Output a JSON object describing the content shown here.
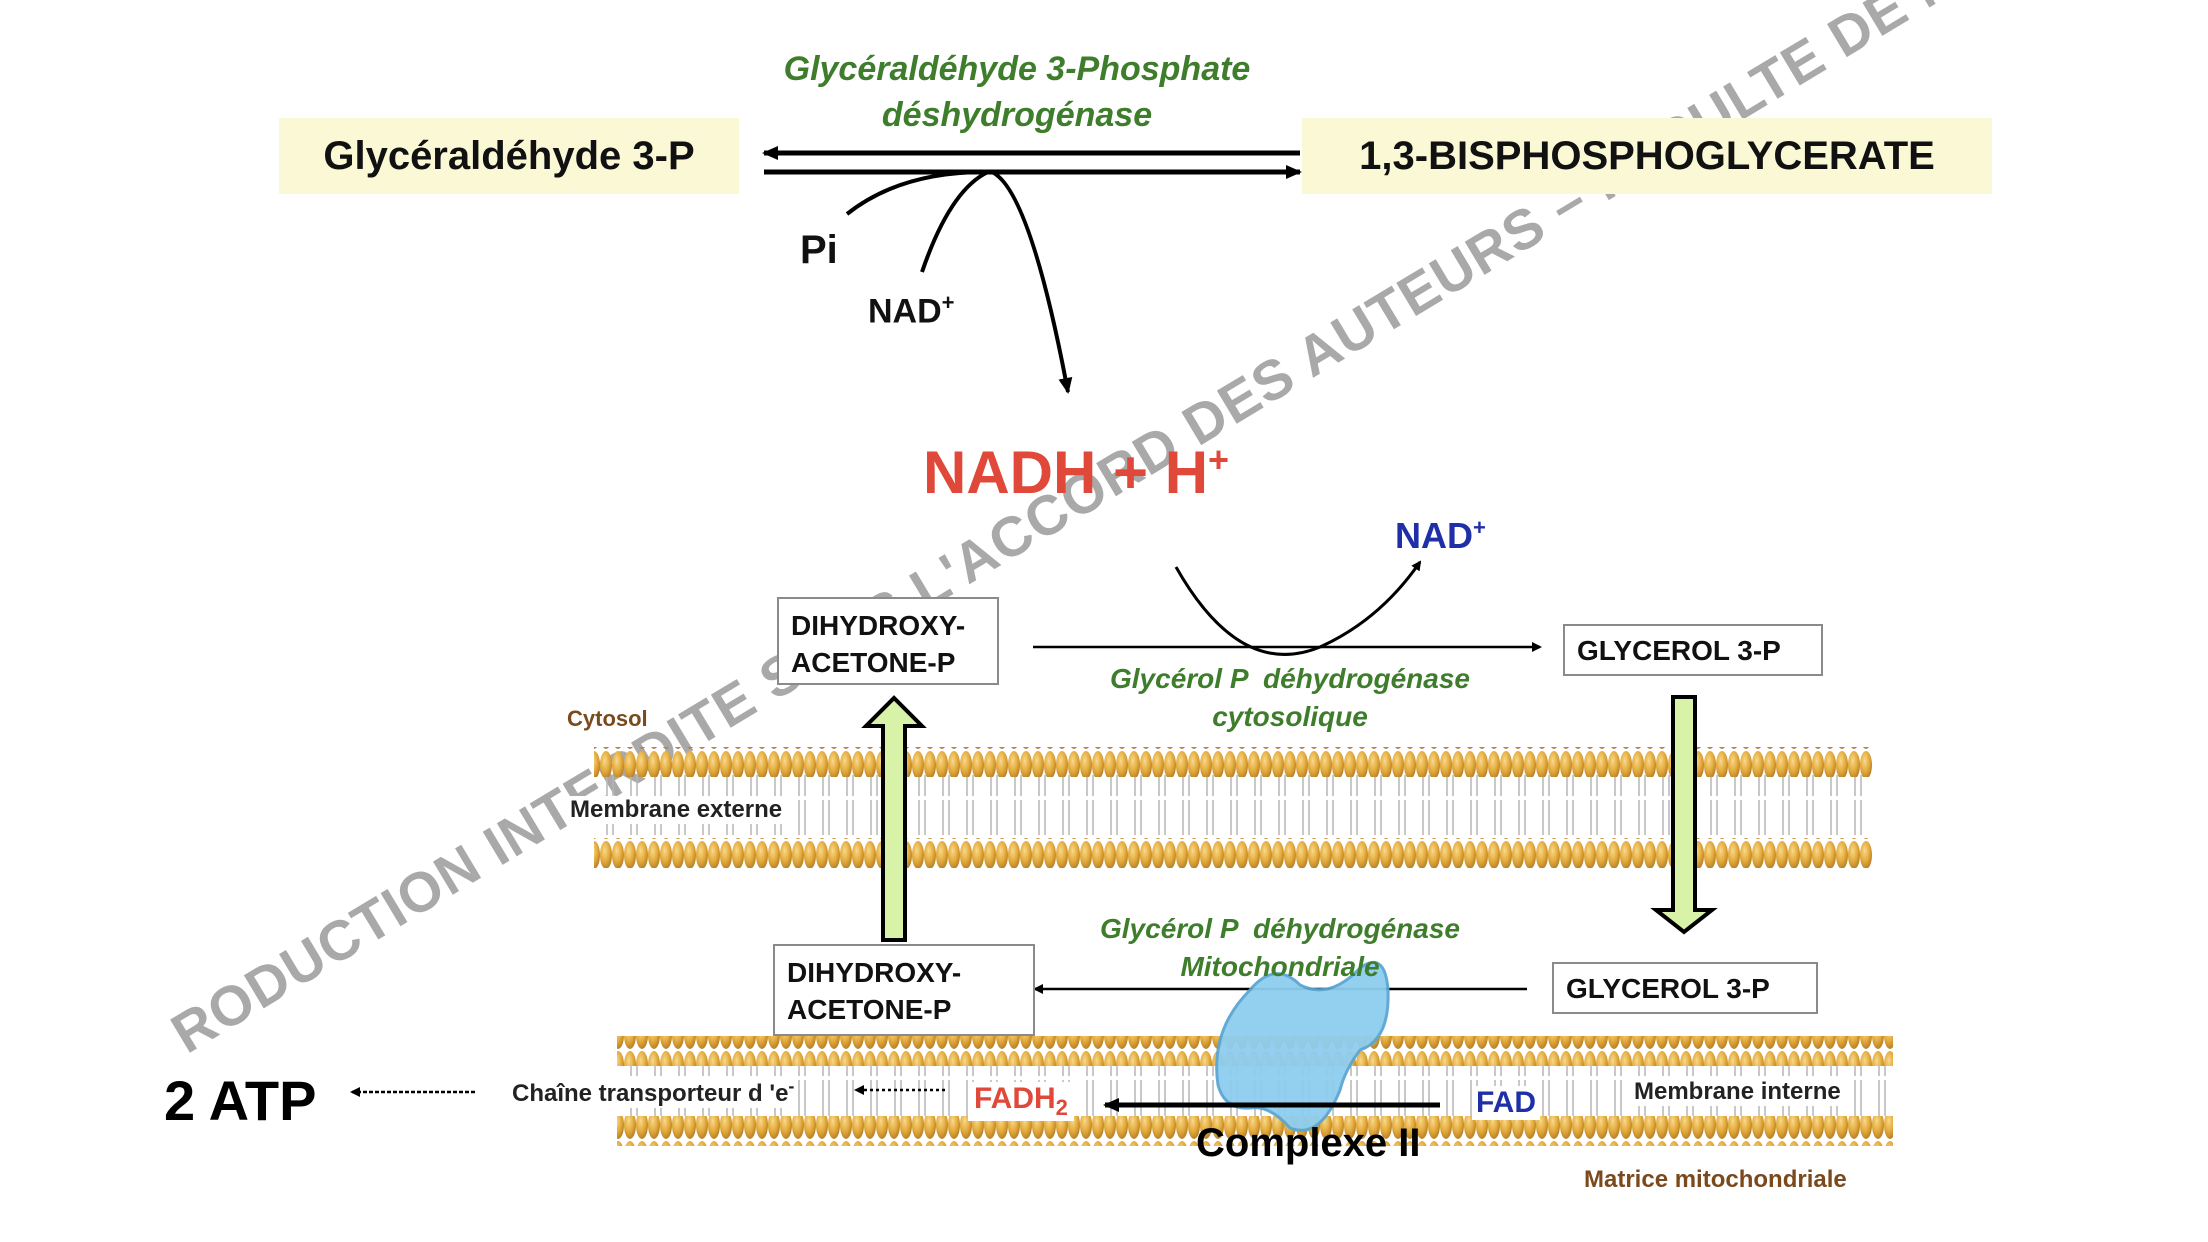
{
  "top_reaction": {
    "substrate": "Glycéraldéhyde 3-P",
    "product": "1,3-BISPHOSPHOGLYCERATE",
    "enzyme_line1": "Glycéraldéhyde 3-Phosphate",
    "enzyme_line2": "déshydrogénase",
    "cofactor_pi": "Pi",
    "cofactor_nad": "NAD",
    "cofactor_nad_sup": "+",
    "output": "NADH + H",
    "output_sup": "+"
  },
  "cytosolic_reaction": {
    "substrate_line1": "DIHYDROXY-",
    "substrate_line2": "ACETONE-P",
    "product": "GLYCEROL 3-P",
    "released": "NAD",
    "released_sup": "+",
    "enzyme_line1": "Glycérol P  déhydrogénase",
    "enzyme_line2": "cytosolique"
  },
  "compartments": {
    "cytosol": "Cytosol",
    "outer_membrane": "Membrane externe",
    "inner_membrane": "Membrane interne",
    "matrix": "Matrice mitochondriale"
  },
  "mitochondrial_reaction": {
    "substrate": "GLYCEROL 3-P",
    "product_line1": "DIHYDROXY-",
    "product_line2": "ACETONE-P",
    "enzyme_line1": "Glycérol P  déhydrogénase",
    "enzyme_line2": "Mitochondriale",
    "fad": "FAD",
    "fadh2": "FADH",
    "fadh2_sub": "2",
    "complex": "Complexe II",
    "chain": "Chaîne transporteur d 'e",
    "chain_sup": "-",
    "yield": "2 ATP"
  },
  "watermark": "RODUCTION INTERDITE SANS L'ACCORD DES AUTEURS – FACULTE DE M",
  "colors": {
    "enzyme_green": "#3e7d2b",
    "nadh_red": "#e0493a",
    "nad_blue": "#1f2fa8",
    "fad_blue": "#1f2fa8",
    "fadh2_red": "#e0493a",
    "label_brown": "#7a4a1c",
    "lipid_head": "#e3a93a",
    "transport_arrow": "#d8f3a8",
    "highlight_box": "#fbf8d6",
    "complex_blue": "#8ecdee"
  }
}
